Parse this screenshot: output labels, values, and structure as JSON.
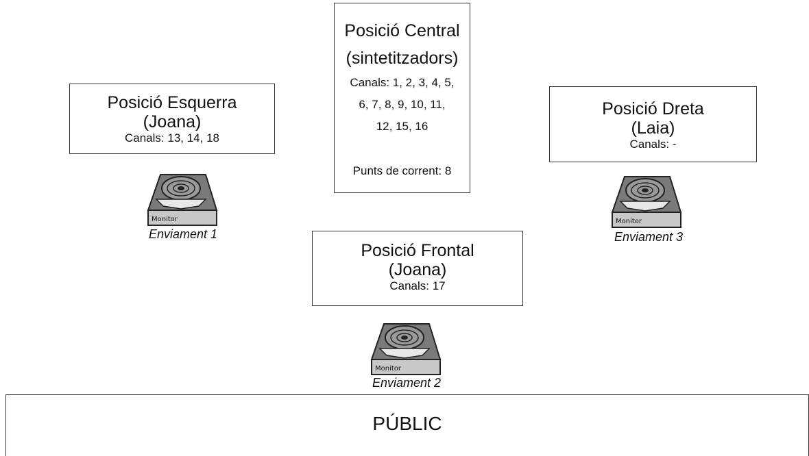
{
  "left_position": {
    "title": "Posició Esquerra",
    "person": "(Joana)",
    "channels": "Canals: 13, 14, 18"
  },
  "center_position": {
    "title": "Posició Central",
    "subtitle": "(sintetitzadors)",
    "channels_line1": "Canals: 1, 2, 3, 4, 5,",
    "channels_line2": "6, 7, 8, 9, 10, 11,",
    "channels_line3": "12, 15, 16",
    "power_points": "Punts de corrent: 8"
  },
  "right_position": {
    "title": "Posició Dreta",
    "person": "(Laia)",
    "channels": "Canals: -"
  },
  "front_position": {
    "title": "Posició Frontal",
    "person": "(Joana)",
    "channels": "Canals: 17"
  },
  "monitors": [
    {
      "label": "Monitor",
      "send": "Enviament 1"
    },
    {
      "label": "Monitor",
      "send": "Enviament 2"
    },
    {
      "label": "Monitor",
      "send": "Enviament 3"
    }
  ],
  "audience": "PÚBLIC",
  "colors": {
    "monitor_body": "#7a7a7a",
    "monitor_front": "#c8c8c8",
    "outline": "#222222"
  }
}
